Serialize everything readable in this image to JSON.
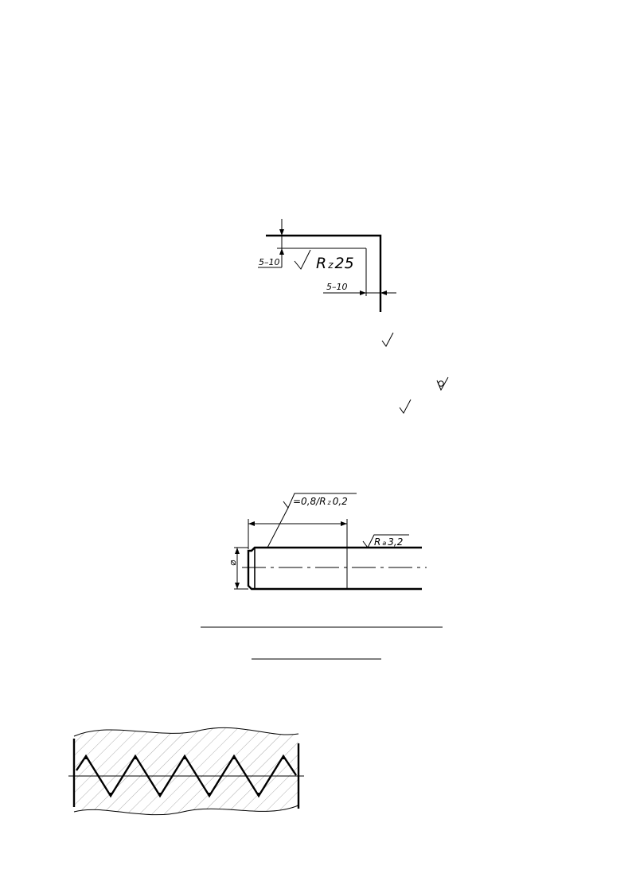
{
  "fig_corner": {
    "dim_vertical": "5–10",
    "dim_horizontal": "5–10",
    "roughness": {
      "param": "R",
      "sub": "z",
      "value": "25"
    }
  },
  "fig_shaft": {
    "length_callout": {
      "prefix": "=0,8/",
      "param": "R",
      "sub": "z",
      "value": "0,2"
    },
    "surface_callout": {
      "param": "R",
      "sub": "a",
      "value": "3,2"
    },
    "diameter_symbol": "⌀"
  }
}
